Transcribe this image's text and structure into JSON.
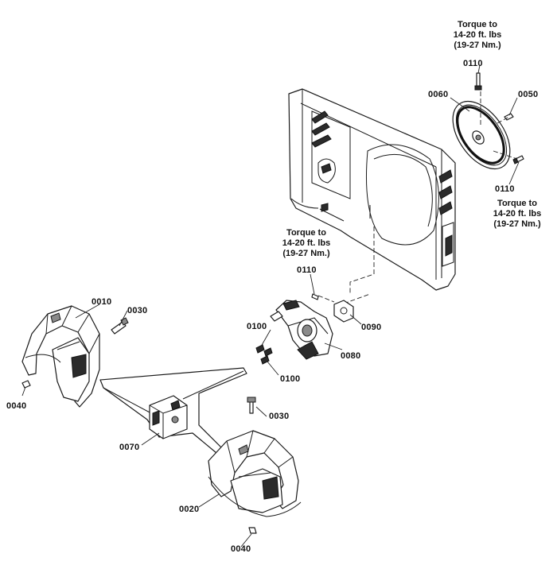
{
  "parts": {
    "p0010": "0010",
    "p0020": "0020",
    "p0030_top": "0030",
    "p0030_bottom": "0030",
    "p0040_left": "0040",
    "p0040_bottom": "0040",
    "p0050": "0050",
    "p0060": "0060",
    "p0070": "0070",
    "p0080": "0080",
    "p0090": "0090",
    "p0100_top": "0100",
    "p0100_bottom": "0100",
    "p0110_top": "0110",
    "p0110_right": "0110",
    "p0110_mid": "0110"
  },
  "torque_notes": {
    "top": [
      "Torque to",
      "14-20 ft. lbs",
      "(19-27 Nm.)"
    ],
    "right": [
      "Torque to",
      "14-20 ft. lbs",
      "(19-27 Nm.)"
    ],
    "middle": [
      "Torque to",
      "14-20 ft. lbs",
      "(19-27 Nm.)"
    ]
  }
}
